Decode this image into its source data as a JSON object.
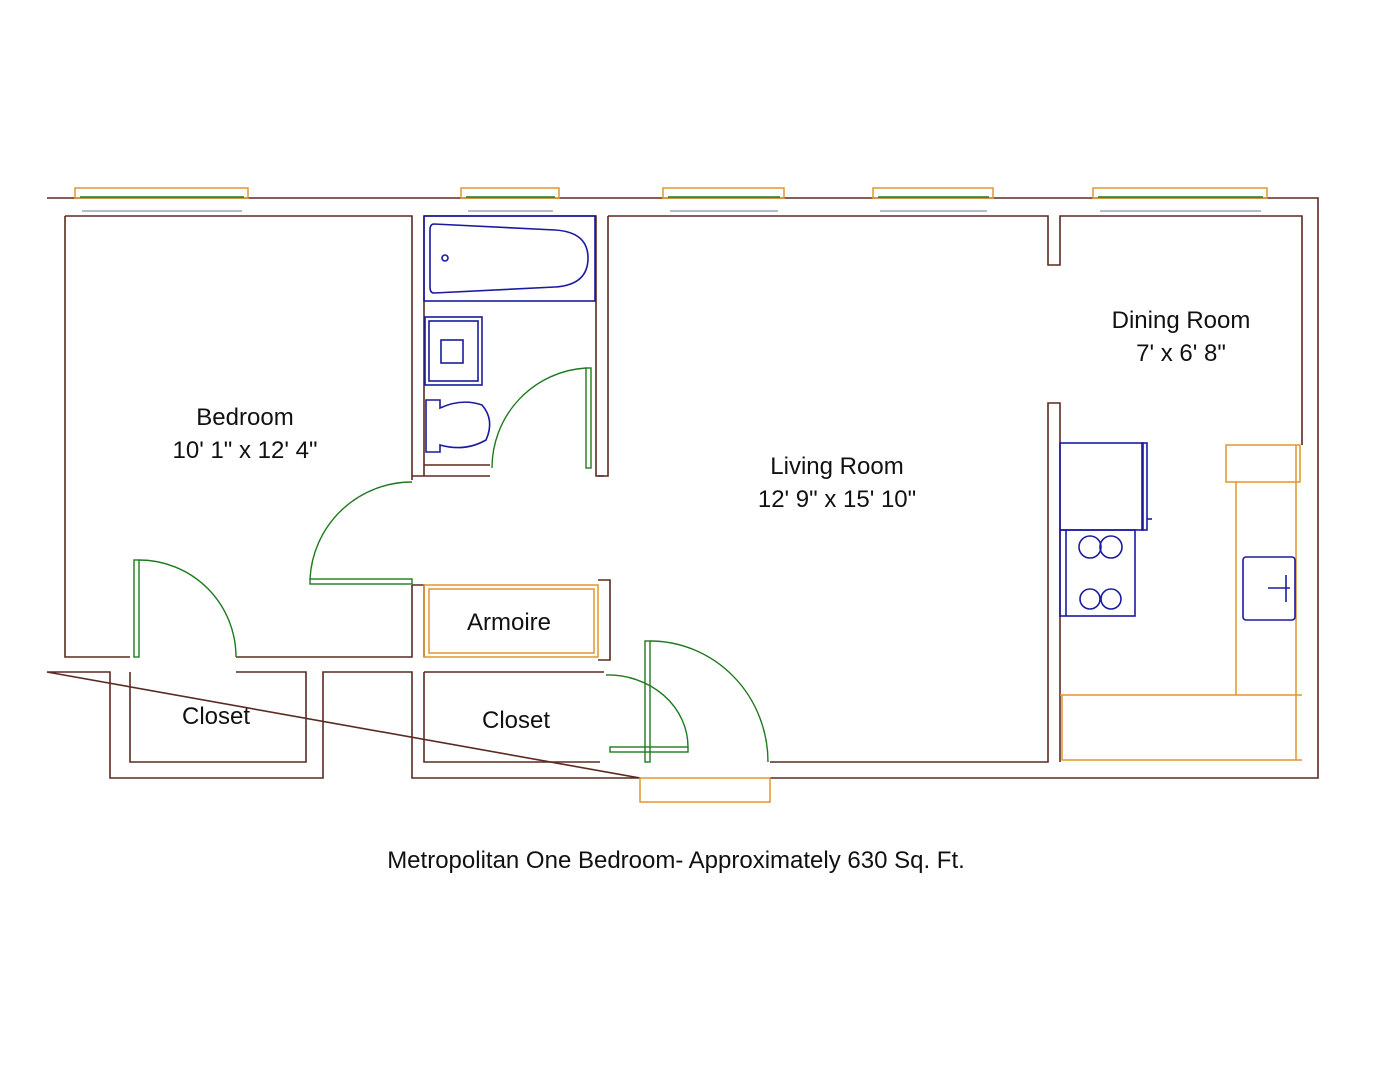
{
  "rooms": {
    "bedroom": {
      "name": "Bedroom",
      "size": "10' 1\" x 12'  4\""
    },
    "living_room": {
      "name": "Living Room",
      "size": "12' 9\" x 15' 10\""
    },
    "dining_room": {
      "name": "Dining Room",
      "size": "7' x 6' 8\""
    },
    "armoire": {
      "name": "Armoire"
    },
    "closet_left": {
      "name": "Closet"
    },
    "closet_right": {
      "name": "Closet"
    }
  },
  "caption": "Metropolitan One Bedroom- Approximately 630 Sq. Ft.",
  "colors": {
    "wall": "#5b2a22",
    "fixture": "#1a1aa0",
    "cabinet": "#e0962c",
    "door": "#1e7a1e"
  }
}
